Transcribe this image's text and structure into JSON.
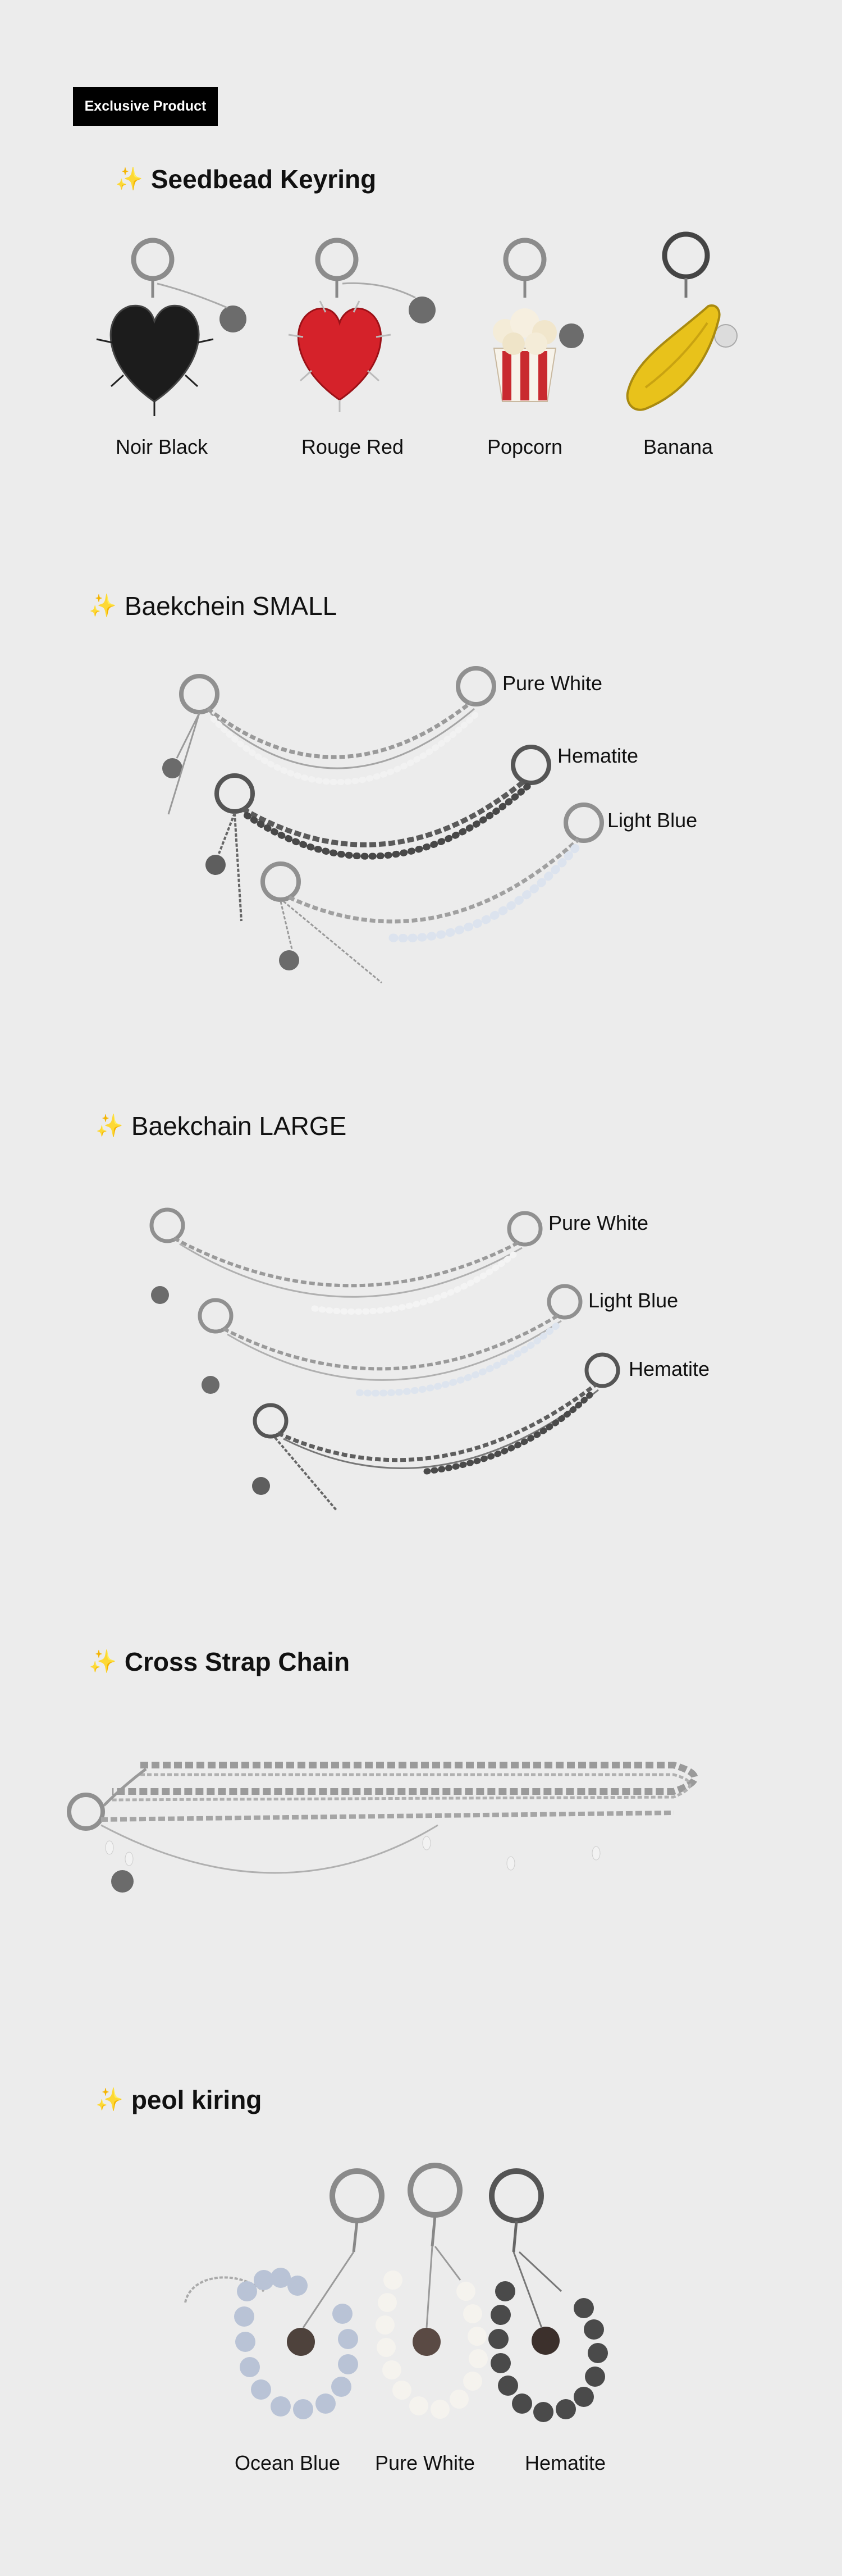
{
  "badge": "Exclusive Product",
  "sparkle": "✨",
  "sections": {
    "seedbead": {
      "title": "Seedbead Keyring",
      "items": [
        "Noir Black",
        "Rouge Red",
        "Popcorn",
        "Banana"
      ]
    },
    "baekchein_small": {
      "title": "Baekchein SMALL",
      "variants": [
        "Pure White",
        "Hematite",
        "Light Blue"
      ]
    },
    "baekchain_large": {
      "title": "Baekchain LARGE",
      "variants": [
        "Pure White",
        "Light Blue",
        "Hematite"
      ]
    },
    "cross_strap": {
      "title": "Cross Strap Chain"
    },
    "peol": {
      "title": "peol kiring",
      "items": [
        "Ocean Blue",
        "Pure White",
        "Hematite"
      ]
    }
  },
  "colors": {
    "background": "#ececec",
    "badge": "#000000",
    "sparkle": "#e9b21d",
    "silver": "#9a9a9a",
    "noir": "#1c1c1c",
    "rouge": "#d5222a",
    "banana": "#e8c21b",
    "popcorn": "#f4ecd8",
    "ocean_blue": "#b9c3d6",
    "hematite": "#4a4a4a"
  }
}
